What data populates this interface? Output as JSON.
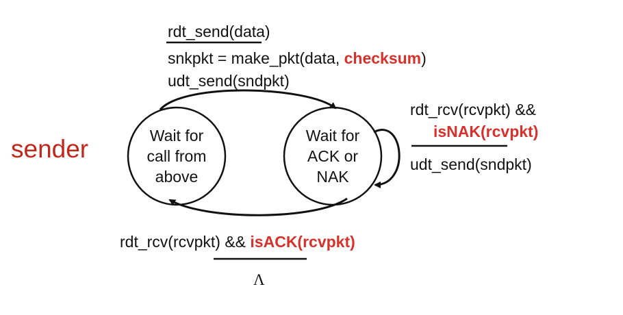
{
  "diagram": {
    "title": "sender",
    "states": [
      {
        "id": "wait_call",
        "lines": [
          "Wait for",
          "call from",
          "above"
        ]
      },
      {
        "id": "wait_ack",
        "lines": [
          "Wait for",
          "ACK or",
          "NAK"
        ]
      }
    ],
    "transitions": {
      "top": {
        "event": "rdt_send(data)",
        "action1_pre": "snkpkt = make_pkt(data, ",
        "action1_highlight": "checksum",
        "action1_post": ")",
        "action2": "udt_send(sndpkt)"
      },
      "self_loop": {
        "event_line1": "rdt_rcv(rcvpkt) &&",
        "event_line2_highlight": "isNAK(rcvpkt)",
        "action": "udt_send(sndpkt)"
      },
      "bottom": {
        "event_pre": "rdt_rcv(rcvpkt) && ",
        "event_highlight": "isACK(rcvpkt)",
        "action": "Λ"
      }
    },
    "colors": {
      "highlight": "#d6312b",
      "title": "#c0281e"
    }
  }
}
